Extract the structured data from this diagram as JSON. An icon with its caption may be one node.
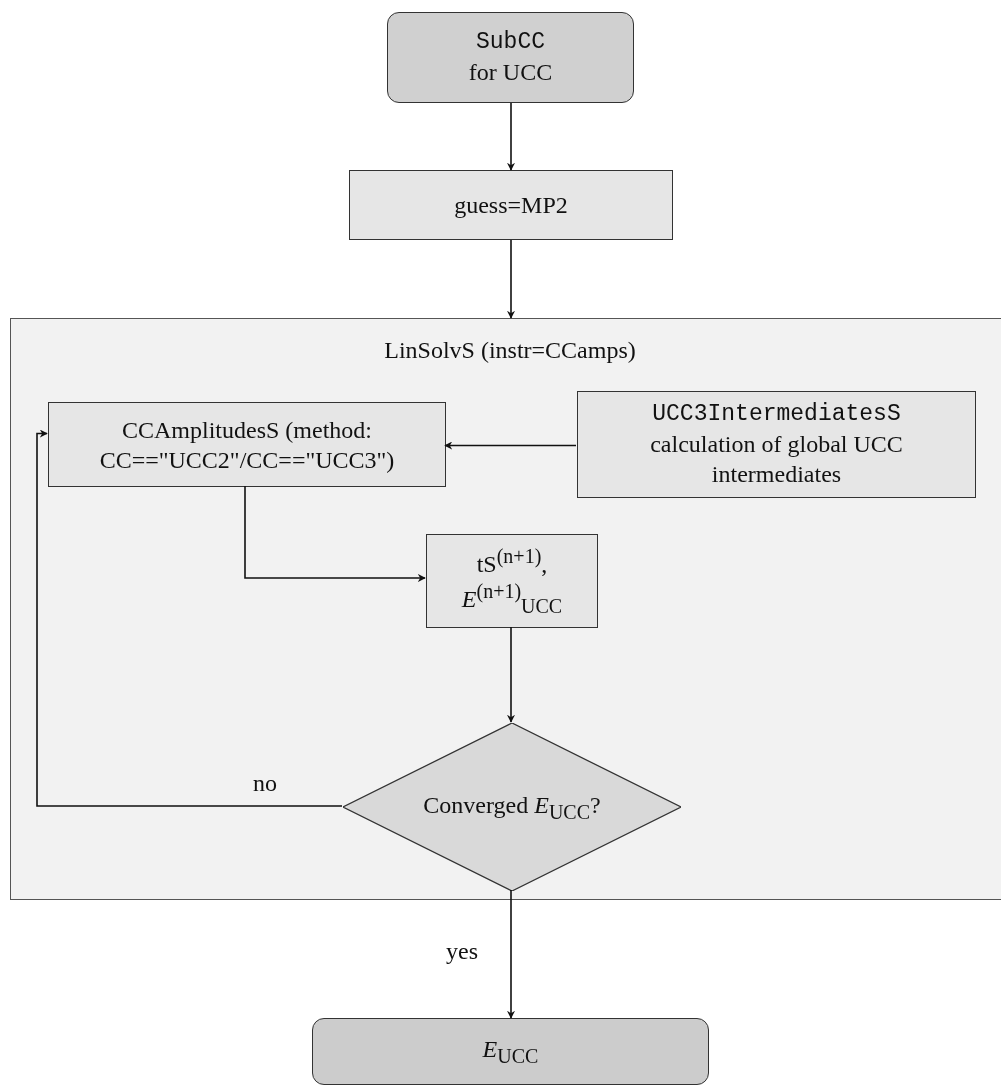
{
  "diagram": {
    "nodes": [
      {
        "text": [
          "SubCC",
          "for UCC"
        ]
      },
      {
        "text": [
          "guess=MP2"
        ]
      },
      {
        "text": [
          "LinSolvS (instr=CCamps)"
        ]
      },
      {
        "text": [
          "CCAmplitudesS (method: CC==\"UCC2\"/CC==\"UCC3\")"
        ],
        "in": 2
      },
      {
        "text": [
          "UCC3IntermediatesS",
          "calculation of global UCC intermediates"
        ],
        "in": 2
      },
      {
        "text": [
          "tS$^{(n+1)}$, *E*$^{(n+1)}$$_{UCC}$"
        ],
        "in": 2
      },
      {
        "text": [
          "Converged *E*$_{UCC}$?"
        ],
        "in": 2
      },
      {
        "text": [
          "*E*$_{UCC}$"
        ]
      }
    ],
    "edges": [
      {
        "from": 0,
        "to": 1,
        "arrow": "to"
      },
      {
        "from": 1,
        "to": 2,
        "arrow": "to"
      },
      {
        "from": 4,
        "to": 3,
        "arrow": "to"
      },
      {
        "from": 3,
        "to": 5,
        "arrow": "to"
      },
      {
        "from": 5,
        "to": 6,
        "arrow": "to"
      },
      {
        "from": 6,
        "to": 3,
        "arrow": "to",
        "label": "no"
      },
      {
        "from": 6,
        "to": 7,
        "arrow": "to",
        "label": "yes"
      }
    ]
  }
}
